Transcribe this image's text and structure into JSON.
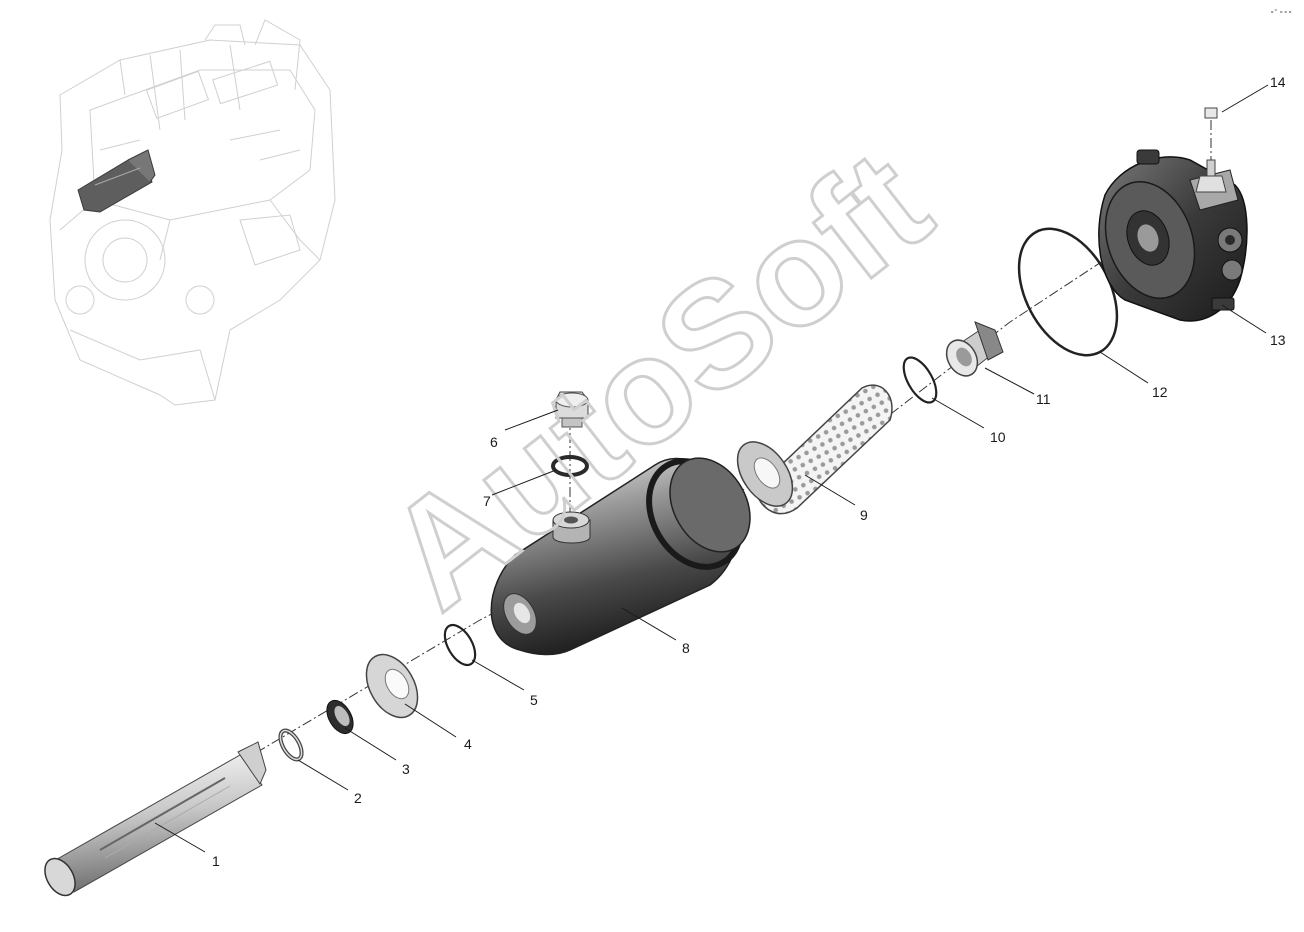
{
  "watermark": "AutoSoft",
  "corner_mark": "∘° ∘∘∘",
  "callouts": [
    {
      "id": "1",
      "label": "1"
    },
    {
      "id": "2",
      "label": "2"
    },
    {
      "id": "3",
      "label": "3"
    },
    {
      "id": "4",
      "label": "4"
    },
    {
      "id": "5",
      "label": "5"
    },
    {
      "id": "6",
      "label": "6"
    },
    {
      "id": "7",
      "label": "7"
    },
    {
      "id": "8",
      "label": "8"
    },
    {
      "id": "9",
      "label": "9"
    },
    {
      "id": "10",
      "label": "10"
    },
    {
      "id": "11",
      "label": "11"
    },
    {
      "id": "12",
      "label": "12"
    },
    {
      "id": "13",
      "label": "13"
    },
    {
      "id": "14",
      "label": "14"
    }
  ],
  "colors": {
    "part_dark": "#2a2a2a",
    "part_mid": "#8a8a8a",
    "part_light": "#d9d9d9",
    "engine_line": "#d0d0d0",
    "highlight": "#5a5a5a"
  }
}
